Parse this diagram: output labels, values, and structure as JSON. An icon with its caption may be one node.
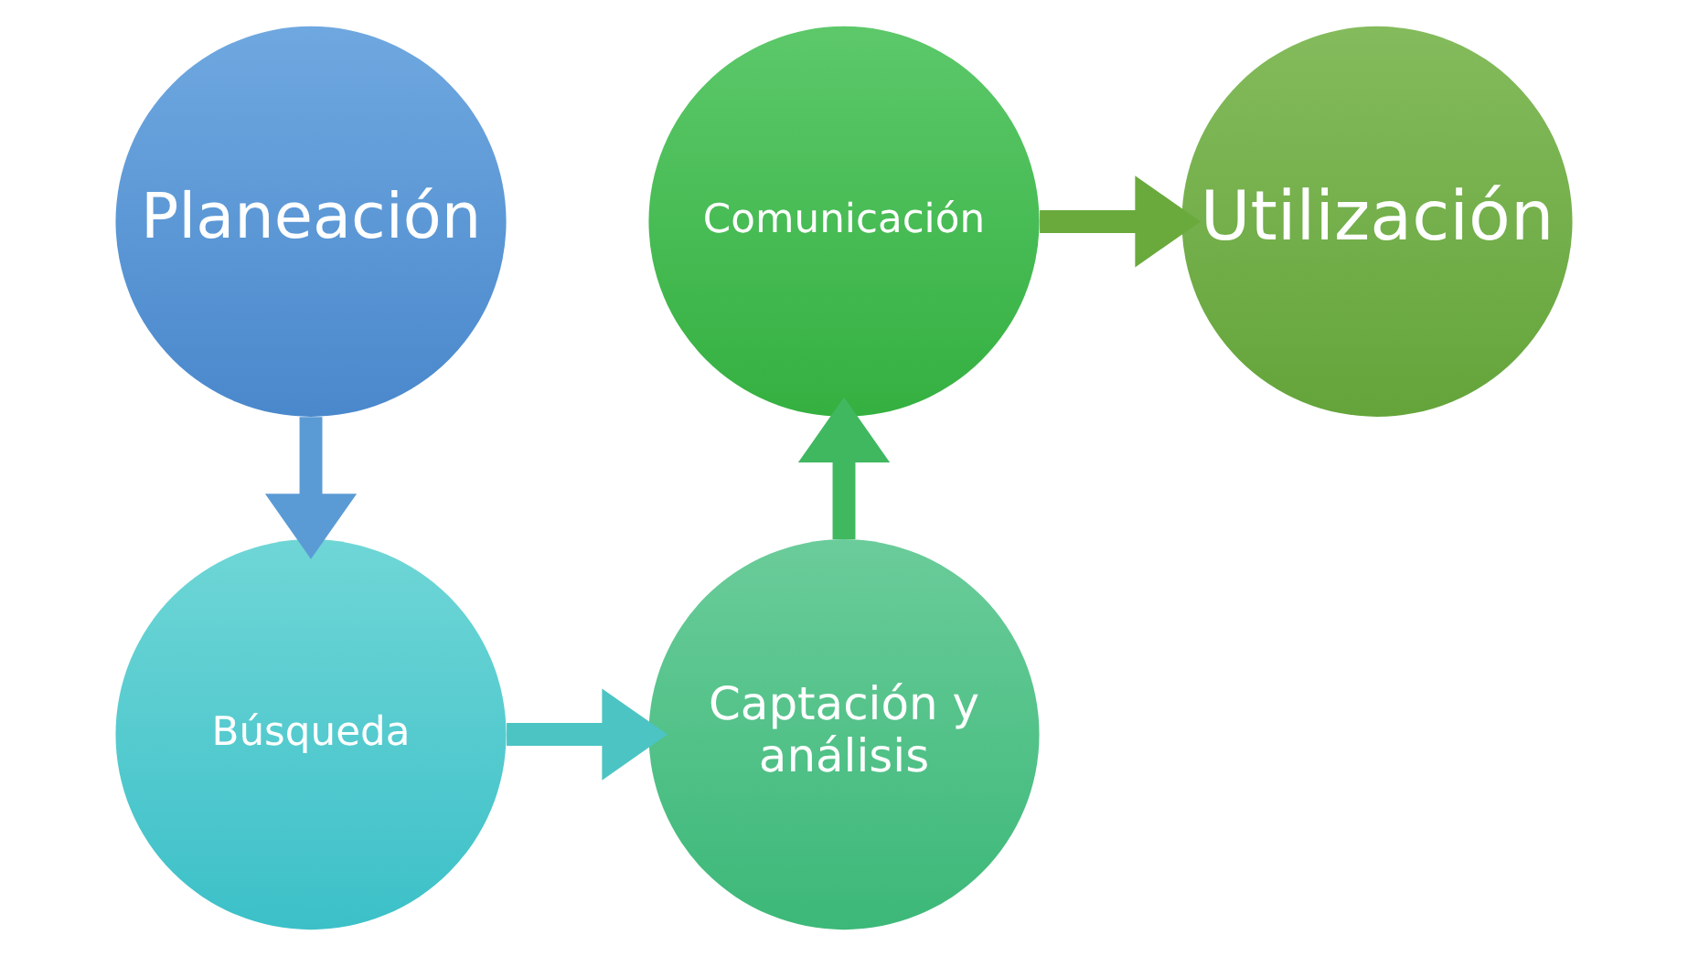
{
  "diagram": {
    "nodes": [
      {
        "text": [
          "Planeación"
        ]
      },
      {
        "text": [
          "Búsqueda"
        ]
      },
      {
        "text": [
          "Captación y análisis"
        ]
      },
      {
        "text": [
          "Comunicación"
        ]
      },
      {
        "text": [
          "Utilización"
        ]
      }
    ],
    "edges": [
      {
        "from": 0,
        "to": 1,
        "arrow": "to",
        "color": "#5b9bd5"
      },
      {
        "from": 1,
        "to": 2,
        "arrow": "to",
        "color": "#4cc4c4"
      },
      {
        "from": 2,
        "to": 3,
        "arrow": "to",
        "color": "#40b860"
      },
      {
        "from": 3,
        "to": 4,
        "arrow": "to",
        "color": "#6aaa3c"
      }
    ]
  }
}
